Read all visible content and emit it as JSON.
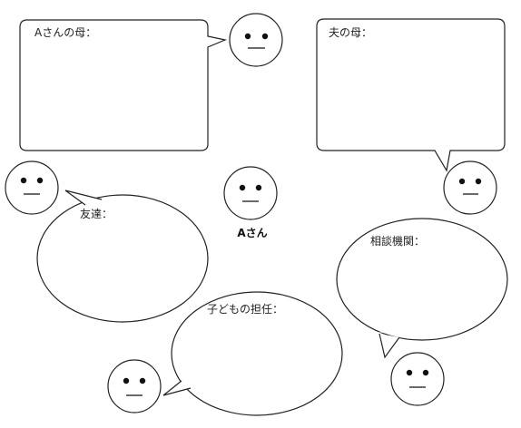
{
  "bubbles": {
    "a_mother": {
      "label": "Aさんの母："
    },
    "husband_mother": {
      "label": "夫の母："
    },
    "friend": {
      "label": "友達："
    },
    "consult": {
      "label": "相談機関："
    },
    "teacher": {
      "label": "子どもの担任："
    }
  },
  "center": {
    "name": "Aさん"
  },
  "colors": {
    "stroke": "#222222",
    "fill": "#ffffff",
    "face_features": "#111111"
  }
}
